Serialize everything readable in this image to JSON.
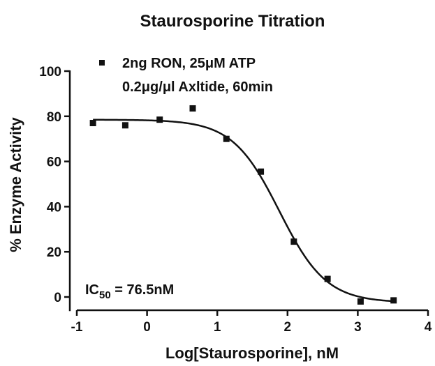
{
  "chart_data": {
    "type": "scatter",
    "title": "Staurosporine Titration",
    "xlabel": "Log[Staurosporine], nM",
    "ylabel": "% Enzyme Activity",
    "xlim": [
      -1,
      4
    ],
    "ylim": [
      -5,
      100
    ],
    "xticks": [
      -1,
      0,
      1,
      2,
      3,
      4
    ],
    "yticks": [
      0,
      20,
      40,
      60,
      80,
      100
    ],
    "grid": false,
    "legend": {
      "placement": "top-left",
      "lines": [
        "2ng RON, 25μM ATP",
        "0.2μg/μl Axltide, 60min"
      ]
    },
    "annotation": {
      "text": "IC",
      "subscript": "50",
      "rest": " = 76.5nM"
    },
    "series": [
      {
        "marker": "square",
        "color": "#111111",
        "points": [
          {
            "x": -0.77,
            "y": 77
          },
          {
            "x": -0.31,
            "y": 76
          },
          {
            "x": 0.18,
            "y": 78.5
          },
          {
            "x": 0.65,
            "y": 83.5
          },
          {
            "x": 1.13,
            "y": 70
          },
          {
            "x": 1.62,
            "y": 55.5
          },
          {
            "x": 2.09,
            "y": 24.5
          },
          {
            "x": 2.57,
            "y": 8
          },
          {
            "x": 3.04,
            "y": -2
          },
          {
            "x": 3.51,
            "y": -1.5
          }
        ]
      }
    ],
    "fit": {
      "type": "sigmoidal-dose-response",
      "top": 78.5,
      "bottom": -2.5,
      "log_ic50": 1.884,
      "hill_slope": -1.3
    }
  }
}
